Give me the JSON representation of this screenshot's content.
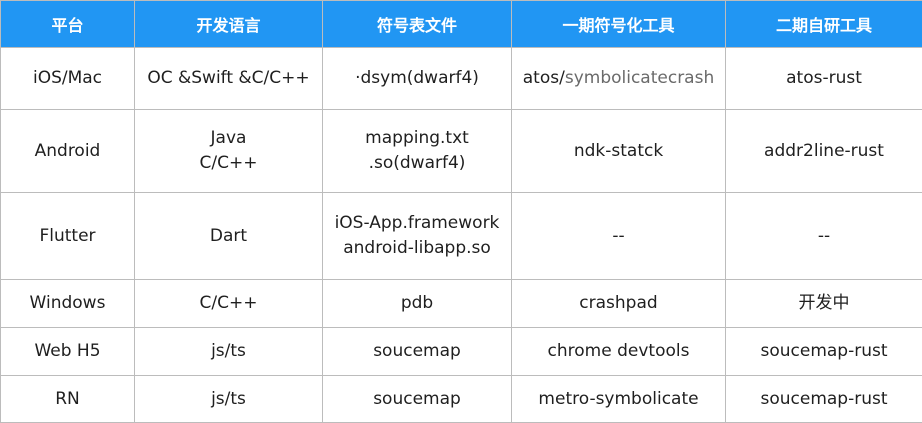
{
  "headers": [
    "平台",
    "开发语言",
    "符号表文件",
    "一期符号化工具",
    "二期自研工具"
  ],
  "rows": [
    {
      "platform": "iOS/Mac",
      "language": [
        "OC &Swift &C/C++"
      ],
      "symbol_file": [
        "·dsym(dwarf4)"
      ],
      "phase1_tool": {
        "main": "atos/",
        "muted": "symbolicatecrash"
      },
      "phase2_tool": "atos-rust"
    },
    {
      "platform": "Android",
      "language": [
        "Java",
        "C/C++"
      ],
      "symbol_file": [
        "mapping.txt",
        ".so(dwarf4)"
      ],
      "phase1_tool": {
        "main": "ndk-statck",
        "muted": ""
      },
      "phase2_tool": "addr2line-rust"
    },
    {
      "platform": "Flutter",
      "language": [
        "Dart"
      ],
      "symbol_file": [
        "iOS-App.framework",
        "android-libapp.so"
      ],
      "phase1_tool": {
        "main": "--",
        "muted": ""
      },
      "phase2_tool": "--"
    },
    {
      "platform": "Windows",
      "language": [
        "C/C++"
      ],
      "symbol_file": [
        "pdb"
      ],
      "phase1_tool": {
        "main": "crashpad",
        "muted": ""
      },
      "phase2_tool": "开发中"
    },
    {
      "platform": "Web H5",
      "language": [
        "js/ts"
      ],
      "symbol_file": [
        "soucemap"
      ],
      "phase1_tool": {
        "main": "chrome devtools",
        "muted": ""
      },
      "phase2_tool": "soucemap-rust"
    },
    {
      "platform": "RN",
      "language": [
        "js/ts"
      ],
      "symbol_file": [
        "soucemap"
      ],
      "phase1_tool": {
        "main": "metro-symbolicate",
        "muted": ""
      },
      "phase2_tool": "soucemap-rust"
    }
  ]
}
